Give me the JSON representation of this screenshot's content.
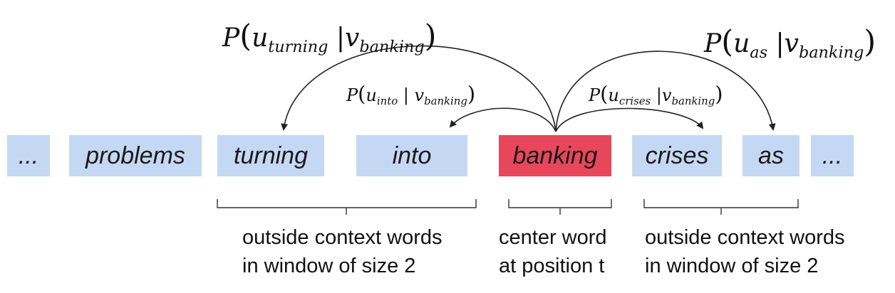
{
  "words": [
    {
      "text": "...",
      "role": "context"
    },
    {
      "text": "problems",
      "role": "context"
    },
    {
      "text": "turning",
      "role": "context"
    },
    {
      "text": "into",
      "role": "context"
    },
    {
      "text": "banking",
      "role": "center"
    },
    {
      "text": "crises",
      "role": "context"
    },
    {
      "text": "as",
      "role": "context"
    },
    {
      "text": "...",
      "role": "context"
    }
  ],
  "colors": {
    "context_box": "#c5d8f3",
    "center_box": "#e8475b",
    "arrow": "#222222"
  },
  "probabilities": {
    "turning": {
      "prefix": "P",
      "u_word": "turning",
      "v_word": "banking"
    },
    "into": {
      "prefix": "P",
      "u_word": "into",
      "v_word": "banking"
    },
    "crises": {
      "prefix": "P",
      "u_word": "crises",
      "v_word": "banking"
    },
    "as": {
      "prefix": "P",
      "u_word": "as",
      "v_word": "banking"
    }
  },
  "captions": {
    "left": {
      "line1": "outside context words",
      "line2": "in window of size 2"
    },
    "center": {
      "line1": "center word",
      "line2": "at position t"
    },
    "right": {
      "line1": "outside context words",
      "line2": "in window of size 2"
    }
  }
}
